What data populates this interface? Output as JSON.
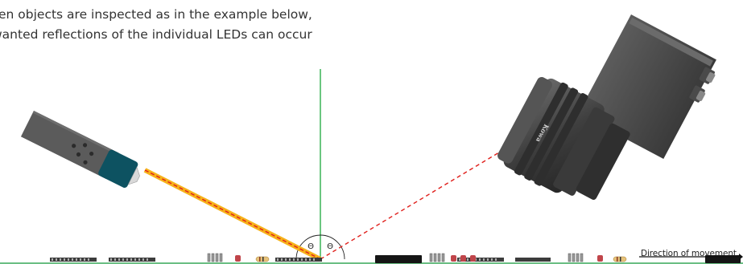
{
  "caption": {
    "line1": "en objects are  inspected as in the example below,",
    "line2": "wanted reflections of the individual LEDs can occur"
  },
  "angle_labels": {
    "left": "Θ",
    "right": "Θ"
  },
  "camera_brand": "Kowa",
  "movement_label": "Direction of movement",
  "colors": {
    "normal_line": "#2cae4a",
    "beam_outer": "#f6b21a",
    "beam_inner": "#e0201c",
    "reflection": "#e0201c",
    "light_body": "#5a5a5a",
    "light_head": "#0d5261",
    "camera_body": "#4d4d4d",
    "board_line": "#3aa85a"
  }
}
